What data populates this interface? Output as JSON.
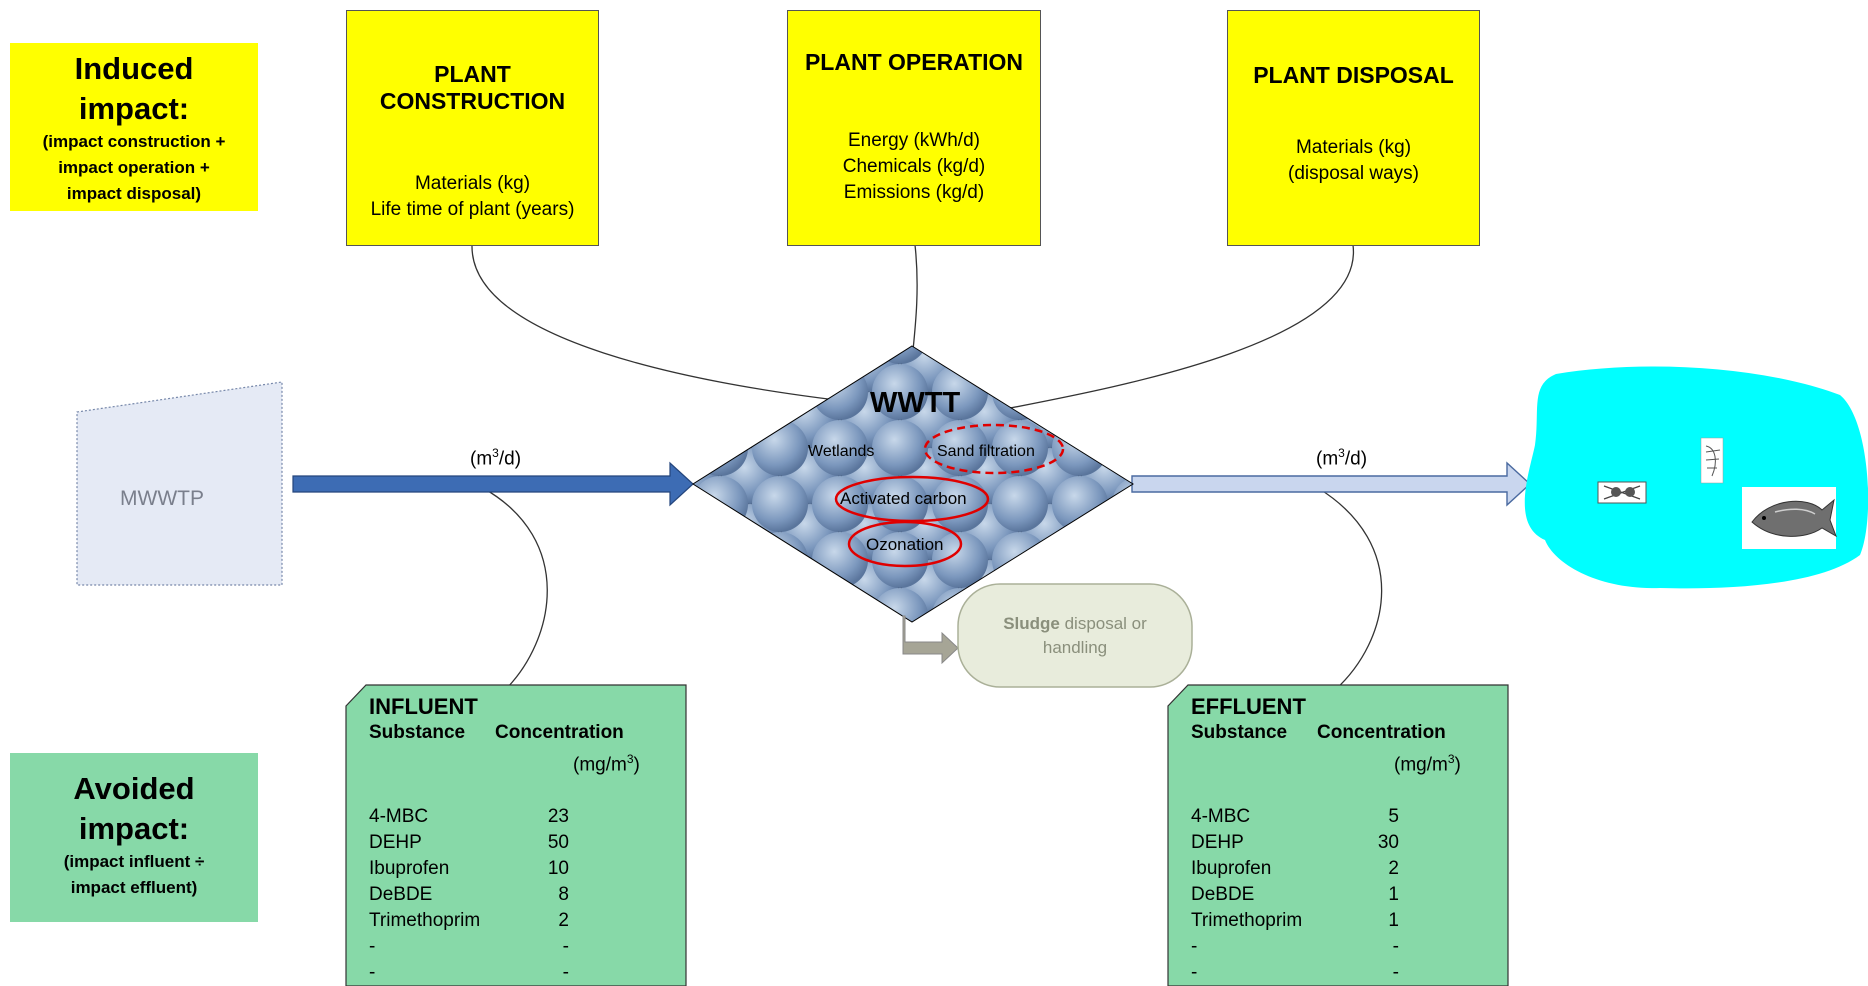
{
  "induced": {
    "title_line1": "Induced",
    "title_line2": "impact:",
    "detail_line1": "(impact construction +",
    "detail_line2": "impact operation +",
    "detail_line3": "impact disposal)"
  },
  "avoided": {
    "title_line1": "Avoided",
    "title_line2": "impact:",
    "detail_line1": "(impact influent ÷",
    "detail_line2": "impact effluent)"
  },
  "construction": {
    "title_line1": "PLANT",
    "title_line2": "CONSTRUCTION",
    "line1": "Materials (kg)",
    "line2": "Life time of plant (years)"
  },
  "operation": {
    "title": "PLANT OPERATION",
    "line1": "Energy (kWh/d)",
    "line2": "Chemicals (kg/d)",
    "line3": "Emissions (kg/d)"
  },
  "disposal": {
    "title": "PLANT DISPOSAL",
    "line1": "Materials (kg)",
    "line2": "(disposal ways)"
  },
  "mwwtp": {
    "label": "MWWTP"
  },
  "wwtt": {
    "label": "WWTT",
    "wetlands": "Wetlands",
    "sand": "Sand filtration",
    "carbon": "Activated carbon",
    "ozonation": "Ozonation"
  },
  "sludge": {
    "bold": "Sludge",
    "rest1": " disposal or",
    "rest2": "handling"
  },
  "flow": {
    "unit_prefix": "(m",
    "unit_sup": "3",
    "unit_suffix": "/d)"
  },
  "influent": {
    "title": "INFLUENT",
    "col1": "Substance",
    "col2": "Concentration",
    "unit_prefix": "(mg/m",
    "unit_sup": "3",
    "unit_suffix": ")",
    "rows": [
      {
        "name": "4-MBC",
        "value": "23"
      },
      {
        "name": "DEHP",
        "value": "50"
      },
      {
        "name": "Ibuprofen",
        "value": "10"
      },
      {
        "name": "DeBDE",
        "value": "8"
      },
      {
        "name": "Trimethoprim",
        "value": "2"
      },
      {
        "name": "-",
        "value": "-"
      },
      {
        "name": "-",
        "value": "-"
      }
    ]
  },
  "effluent": {
    "title": "EFFLUENT",
    "col1": "Substance",
    "col2": "Concentration",
    "unit_prefix": "(mg/m",
    "unit_sup": "3",
    "unit_suffix": ")",
    "rows": [
      {
        "name": "4-MBC",
        "value": "5"
      },
      {
        "name": "DEHP",
        "value": "30"
      },
      {
        "name": "Ibuprofen",
        "value": "2"
      },
      {
        "name": "DeBDE",
        "value": "1"
      },
      {
        "name": "Trimethoprim",
        "value": "1"
      },
      {
        "name": "-",
        "value": "-"
      },
      {
        "name": "-",
        "value": "-"
      }
    ]
  },
  "colors": {
    "yellow": "#ffff00",
    "green": "#87d9a8",
    "cyan": "#00ffff",
    "arrow_in": "#3d6cb4",
    "arrow_out": "#c9d6ee",
    "highlight": "#e00000"
  }
}
